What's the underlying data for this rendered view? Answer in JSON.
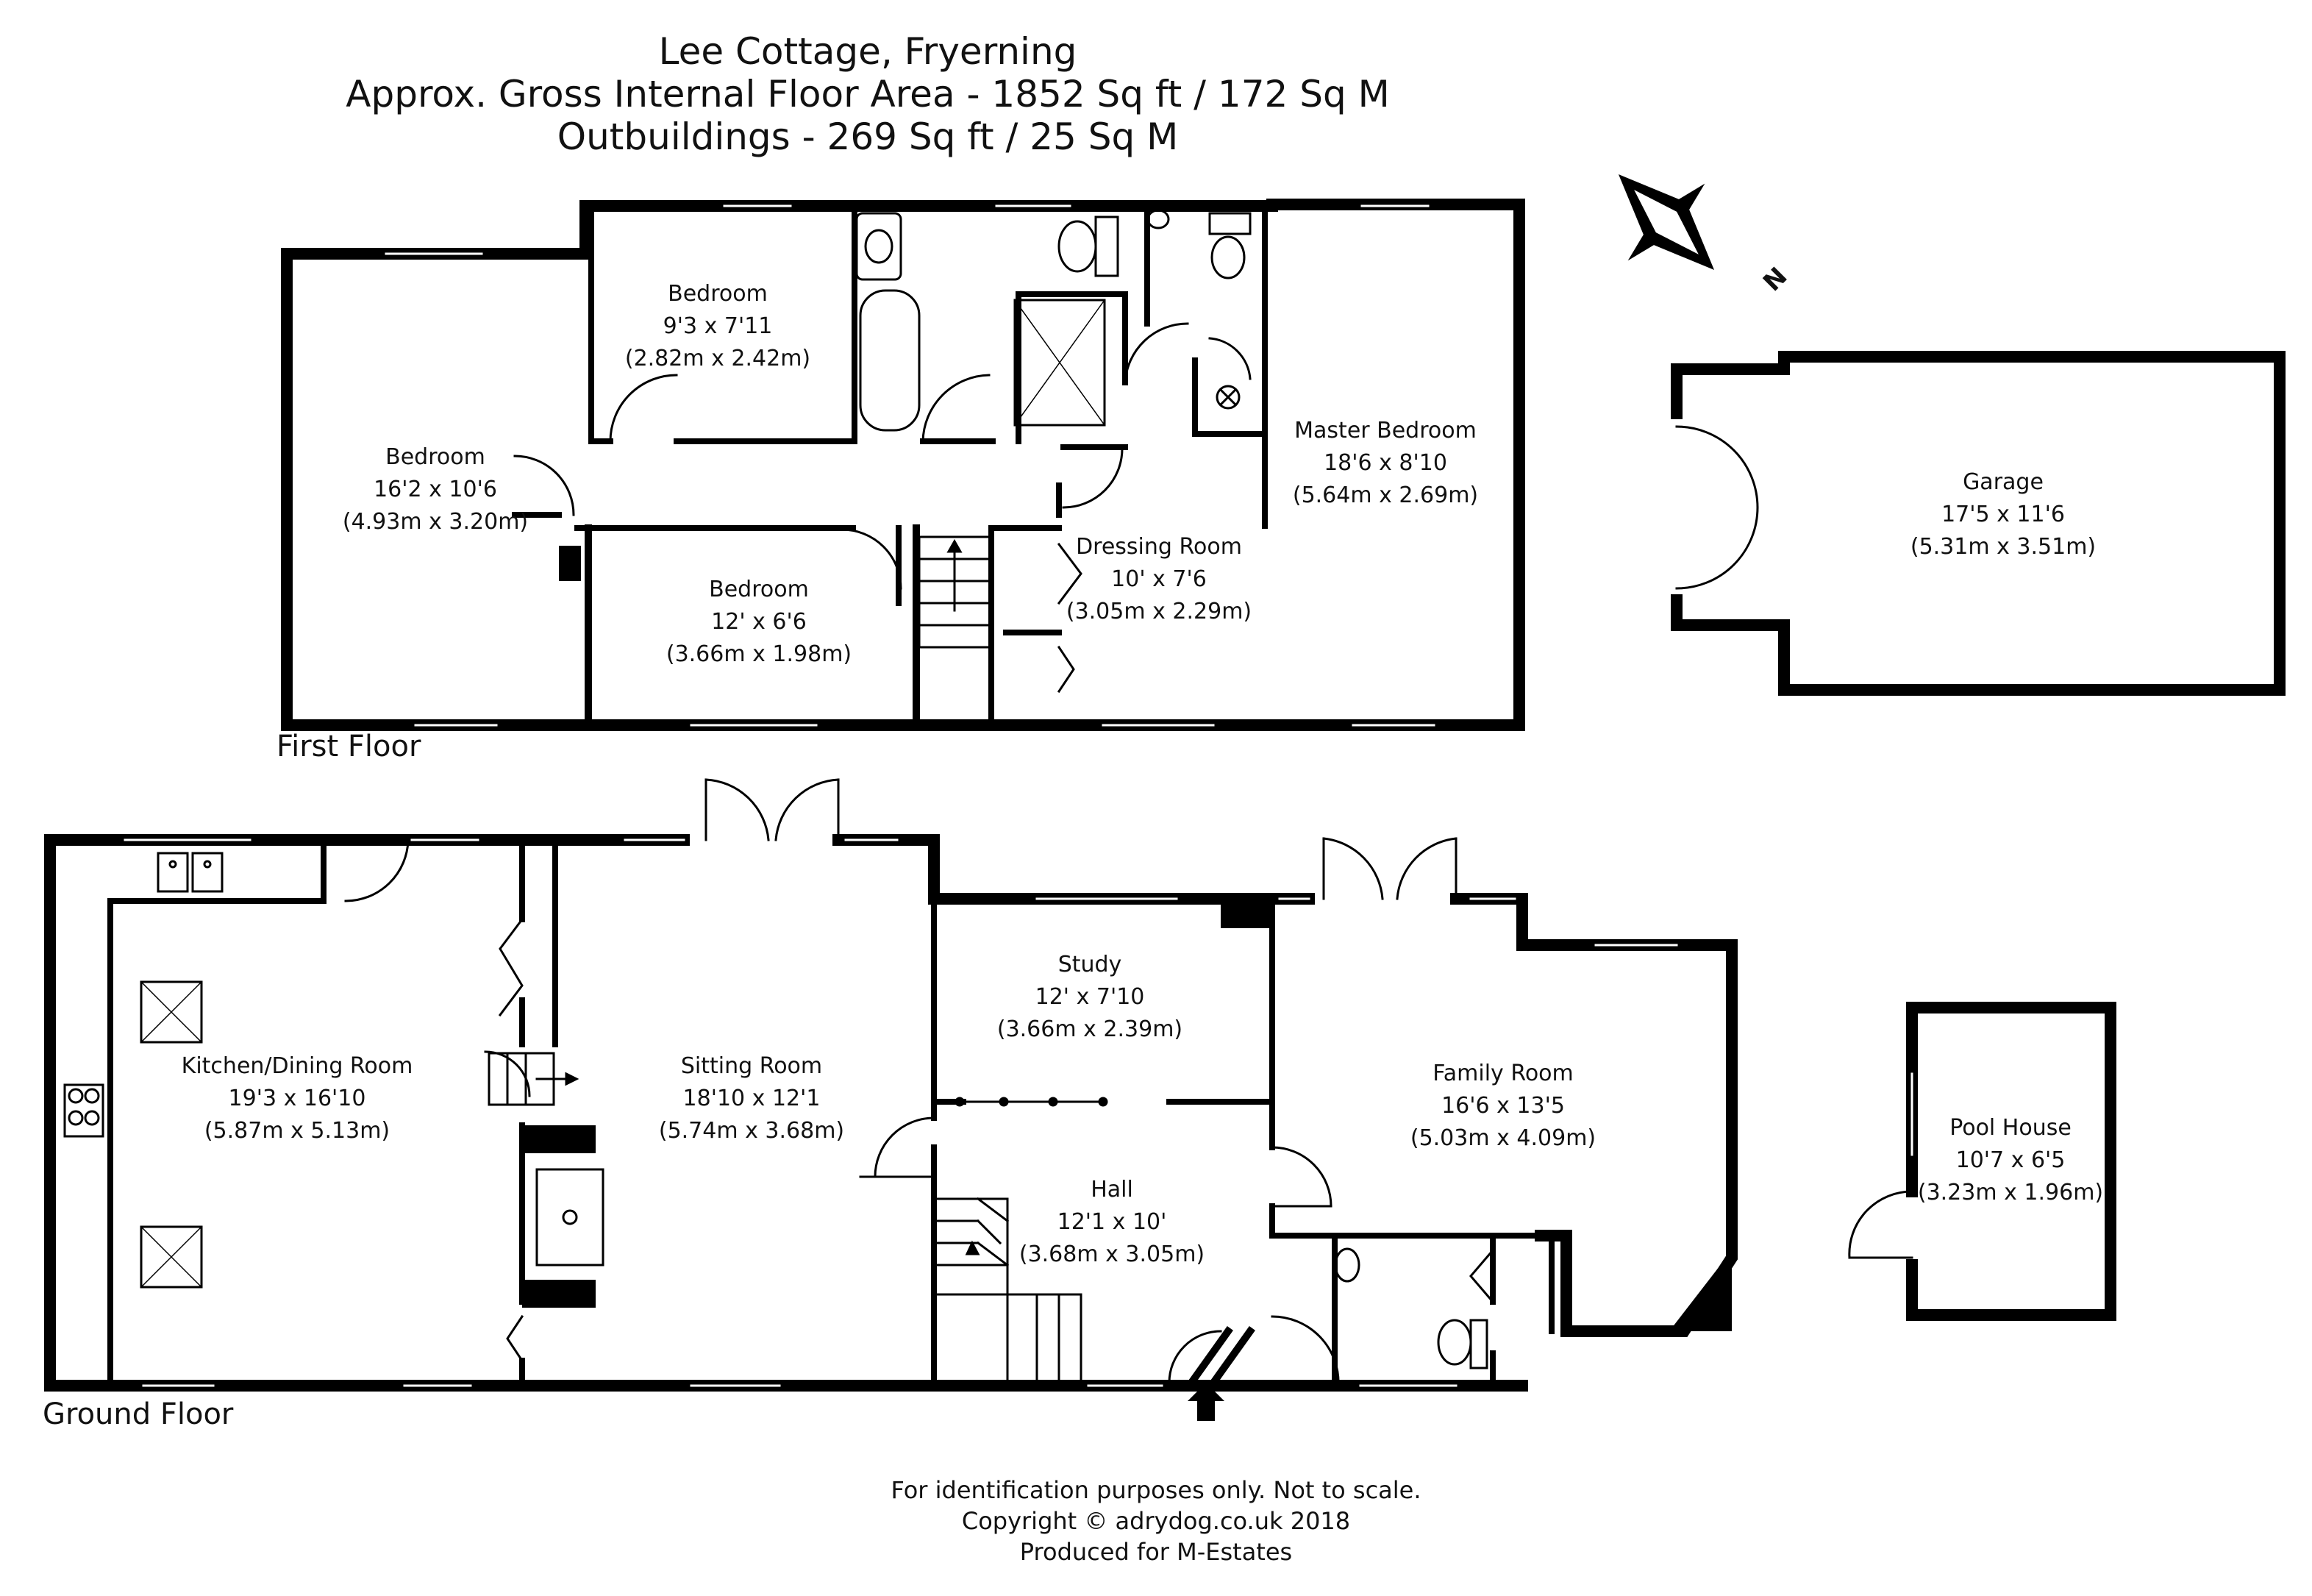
{
  "header": {
    "title": "Lee Cottage, Fryerning",
    "area_line": "Approx. Gross Internal Floor Area - 1852 Sq ft / 172 Sq M",
    "outbuildings_line": "Outbuildings - 269 Sq ft / 25 Sq M"
  },
  "floors": {
    "first": "First Floor",
    "ground": "Ground Floor"
  },
  "compass": {
    "label": "N"
  },
  "rooms": {
    "bedroom_small": {
      "name": "Bedroom",
      "imperial": "9'3 x 7'11",
      "metric": "(2.82m x 2.42m)"
    },
    "bedroom_large": {
      "name": "Bedroom",
      "imperial": "16'2 x 10'6",
      "metric": "(4.93m x 3.20m)"
    },
    "bedroom_mid": {
      "name": "Bedroom",
      "imperial": "12' x 6'6",
      "metric": "(3.66m x 1.98m)"
    },
    "master": {
      "name": "Master Bedroom",
      "imperial": "18'6 x 8'10",
      "metric": "(5.64m x 2.69m)"
    },
    "dressing": {
      "name": "Dressing Room",
      "imperial": "10' x 7'6",
      "metric": "(3.05m x 2.29m)"
    },
    "garage": {
      "name": "Garage",
      "imperial": "17'5 x 11'6",
      "metric": "(5.31m x 3.51m)"
    },
    "kitchen": {
      "name": "Kitchen/Dining Room",
      "imperial": "19'3 x 16'10",
      "metric": "(5.87m x 5.13m)"
    },
    "sitting": {
      "name": "Sitting Room",
      "imperial": "18'10 x 12'1",
      "metric": "(5.74m x 3.68m)"
    },
    "study": {
      "name": "Study",
      "imperial": "12' x 7'10",
      "metric": "(3.66m x 2.39m)"
    },
    "hall": {
      "name": "Hall",
      "imperial": "12'1 x 10'",
      "metric": "(3.68m x 3.05m)"
    },
    "family": {
      "name": "Family Room",
      "imperial": "16'6 x 13'5",
      "metric": "(5.03m x 4.09m)"
    },
    "pool": {
      "name": "Pool House",
      "imperial": "10'7 x 6'5",
      "metric": "(3.23m x 1.96m)"
    }
  },
  "footer": {
    "line1": "For identification purposes only. Not to scale.",
    "line2": "Copyright © adrydog.co.uk 2018",
    "line3": "Produced for M-Estates"
  }
}
